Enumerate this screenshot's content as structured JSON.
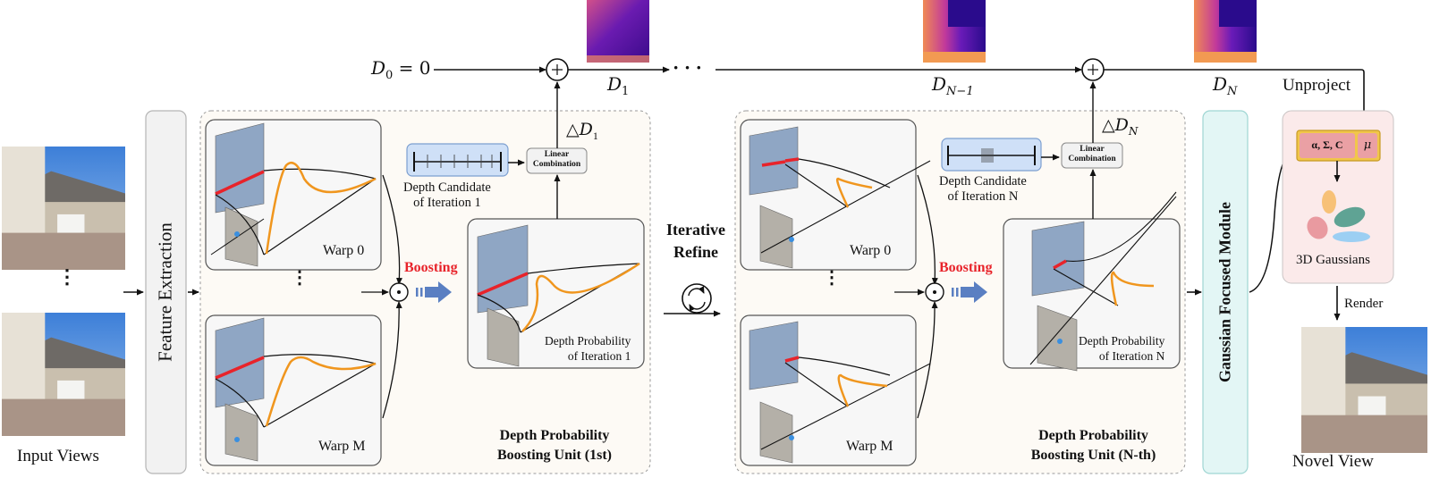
{
  "top_flow": {
    "d0_label": "D",
    "d0_sub": "0",
    "d0_eq": " = 0",
    "d1_label": "D",
    "d1_sub": "1",
    "dn1_label": "D",
    "dn1_sub": "N−1",
    "dn_label": "D",
    "dn_sub": "N",
    "ellipsis": "· · ·",
    "unproject_label": "Unproject"
  },
  "input_views": {
    "label": "Input Views",
    "ellipsis": "⋮"
  },
  "feature_extraction": {
    "label": "Feature Extraction"
  },
  "unit_1": {
    "title_line1": "Depth Probability",
    "title_line2": "Boosting Unit (1st)",
    "warp_top": "Warp 0",
    "warp_bottom": "Warp M",
    "boosting_label": "Boosting",
    "delta_label": "△D",
    "delta_sub": "1",
    "candidate_line1": "Depth Candidate",
    "candidate_line2": "of  Iteration 1",
    "linear_line1": "Linear",
    "linear_line2": "Combination",
    "prob_line1": "Depth Probability",
    "prob_line2": "of Iteration 1"
  },
  "iterative": {
    "line1": "Iterative",
    "line2": "Refine"
  },
  "unit_n": {
    "title_line1": "Depth Probability",
    "title_line2": "Boosting Unit (N-th)",
    "warp_top": "Warp 0",
    "warp_bottom": "Warp M",
    "boosting_label": "Boosting",
    "delta_label": "△D",
    "delta_sub": "N",
    "candidate_line1": "Depth Candidate",
    "candidate_line2": "of  Iteration N",
    "linear_line1": "Linear",
    "linear_line2": "Combination",
    "prob_line1": "Depth Probability",
    "prob_line2": "of Iteration N"
  },
  "gaussian_module": {
    "label": "Gaussian Focused Module"
  },
  "gaussians": {
    "params_label": "α, Σ, C",
    "mu_label": "μ",
    "label": "3D Gaussians",
    "render_label": "Render",
    "novel_view_label": "Novel View"
  },
  "colors": {
    "boosting_red": "#e8232a",
    "orange_curve": "#f0961e",
    "candidate_blue": "#cfe0f7",
    "gaussian_module_bg": "#e3f6f5",
    "gaussians_panel_bg": "#fbeaea",
    "unit_bg": "#fdfaf5"
  }
}
